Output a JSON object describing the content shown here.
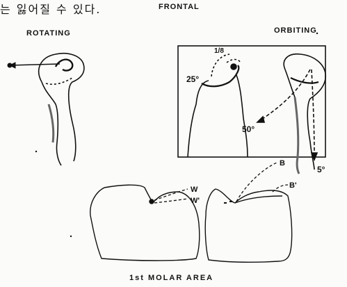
{
  "header": {
    "korean_text": "는 잃어질 수 있다.",
    "title": "FRONTAL"
  },
  "panels": {
    "rotating": {
      "label": "ROTATING"
    },
    "orbiting": {
      "label": "ORBITING"
    }
  },
  "angles": {
    "angle_25": "25°",
    "angle_50": "50°",
    "angle_5": "5°",
    "fraction": "1/8"
  },
  "markers": {
    "w": "W",
    "w_prime": "W'",
    "b": "B",
    "b_prime": "B'"
  },
  "caption": "1st MOLAR AREA"
}
